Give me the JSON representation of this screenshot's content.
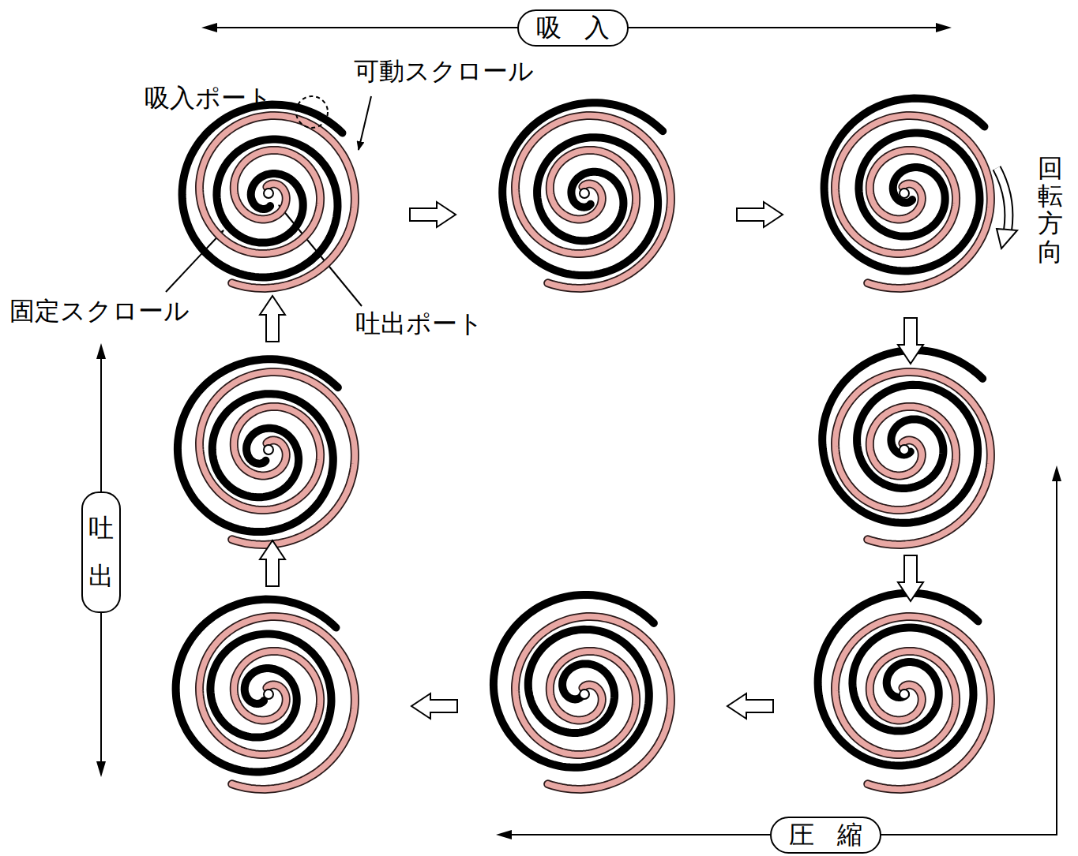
{
  "diagram": {
    "nodes": [
      {
        "text": [
          "吸入"
        ]
      },
      {
        "text": [
          "吐出"
        ]
      },
      {
        "text": [
          "圧縮"
        ]
      }
    ],
    "labels": [
      "可動スクロール",
      "吸入ポート",
      "固定スクロール",
      "吐出ポート",
      "回転方向"
    ]
  }
}
